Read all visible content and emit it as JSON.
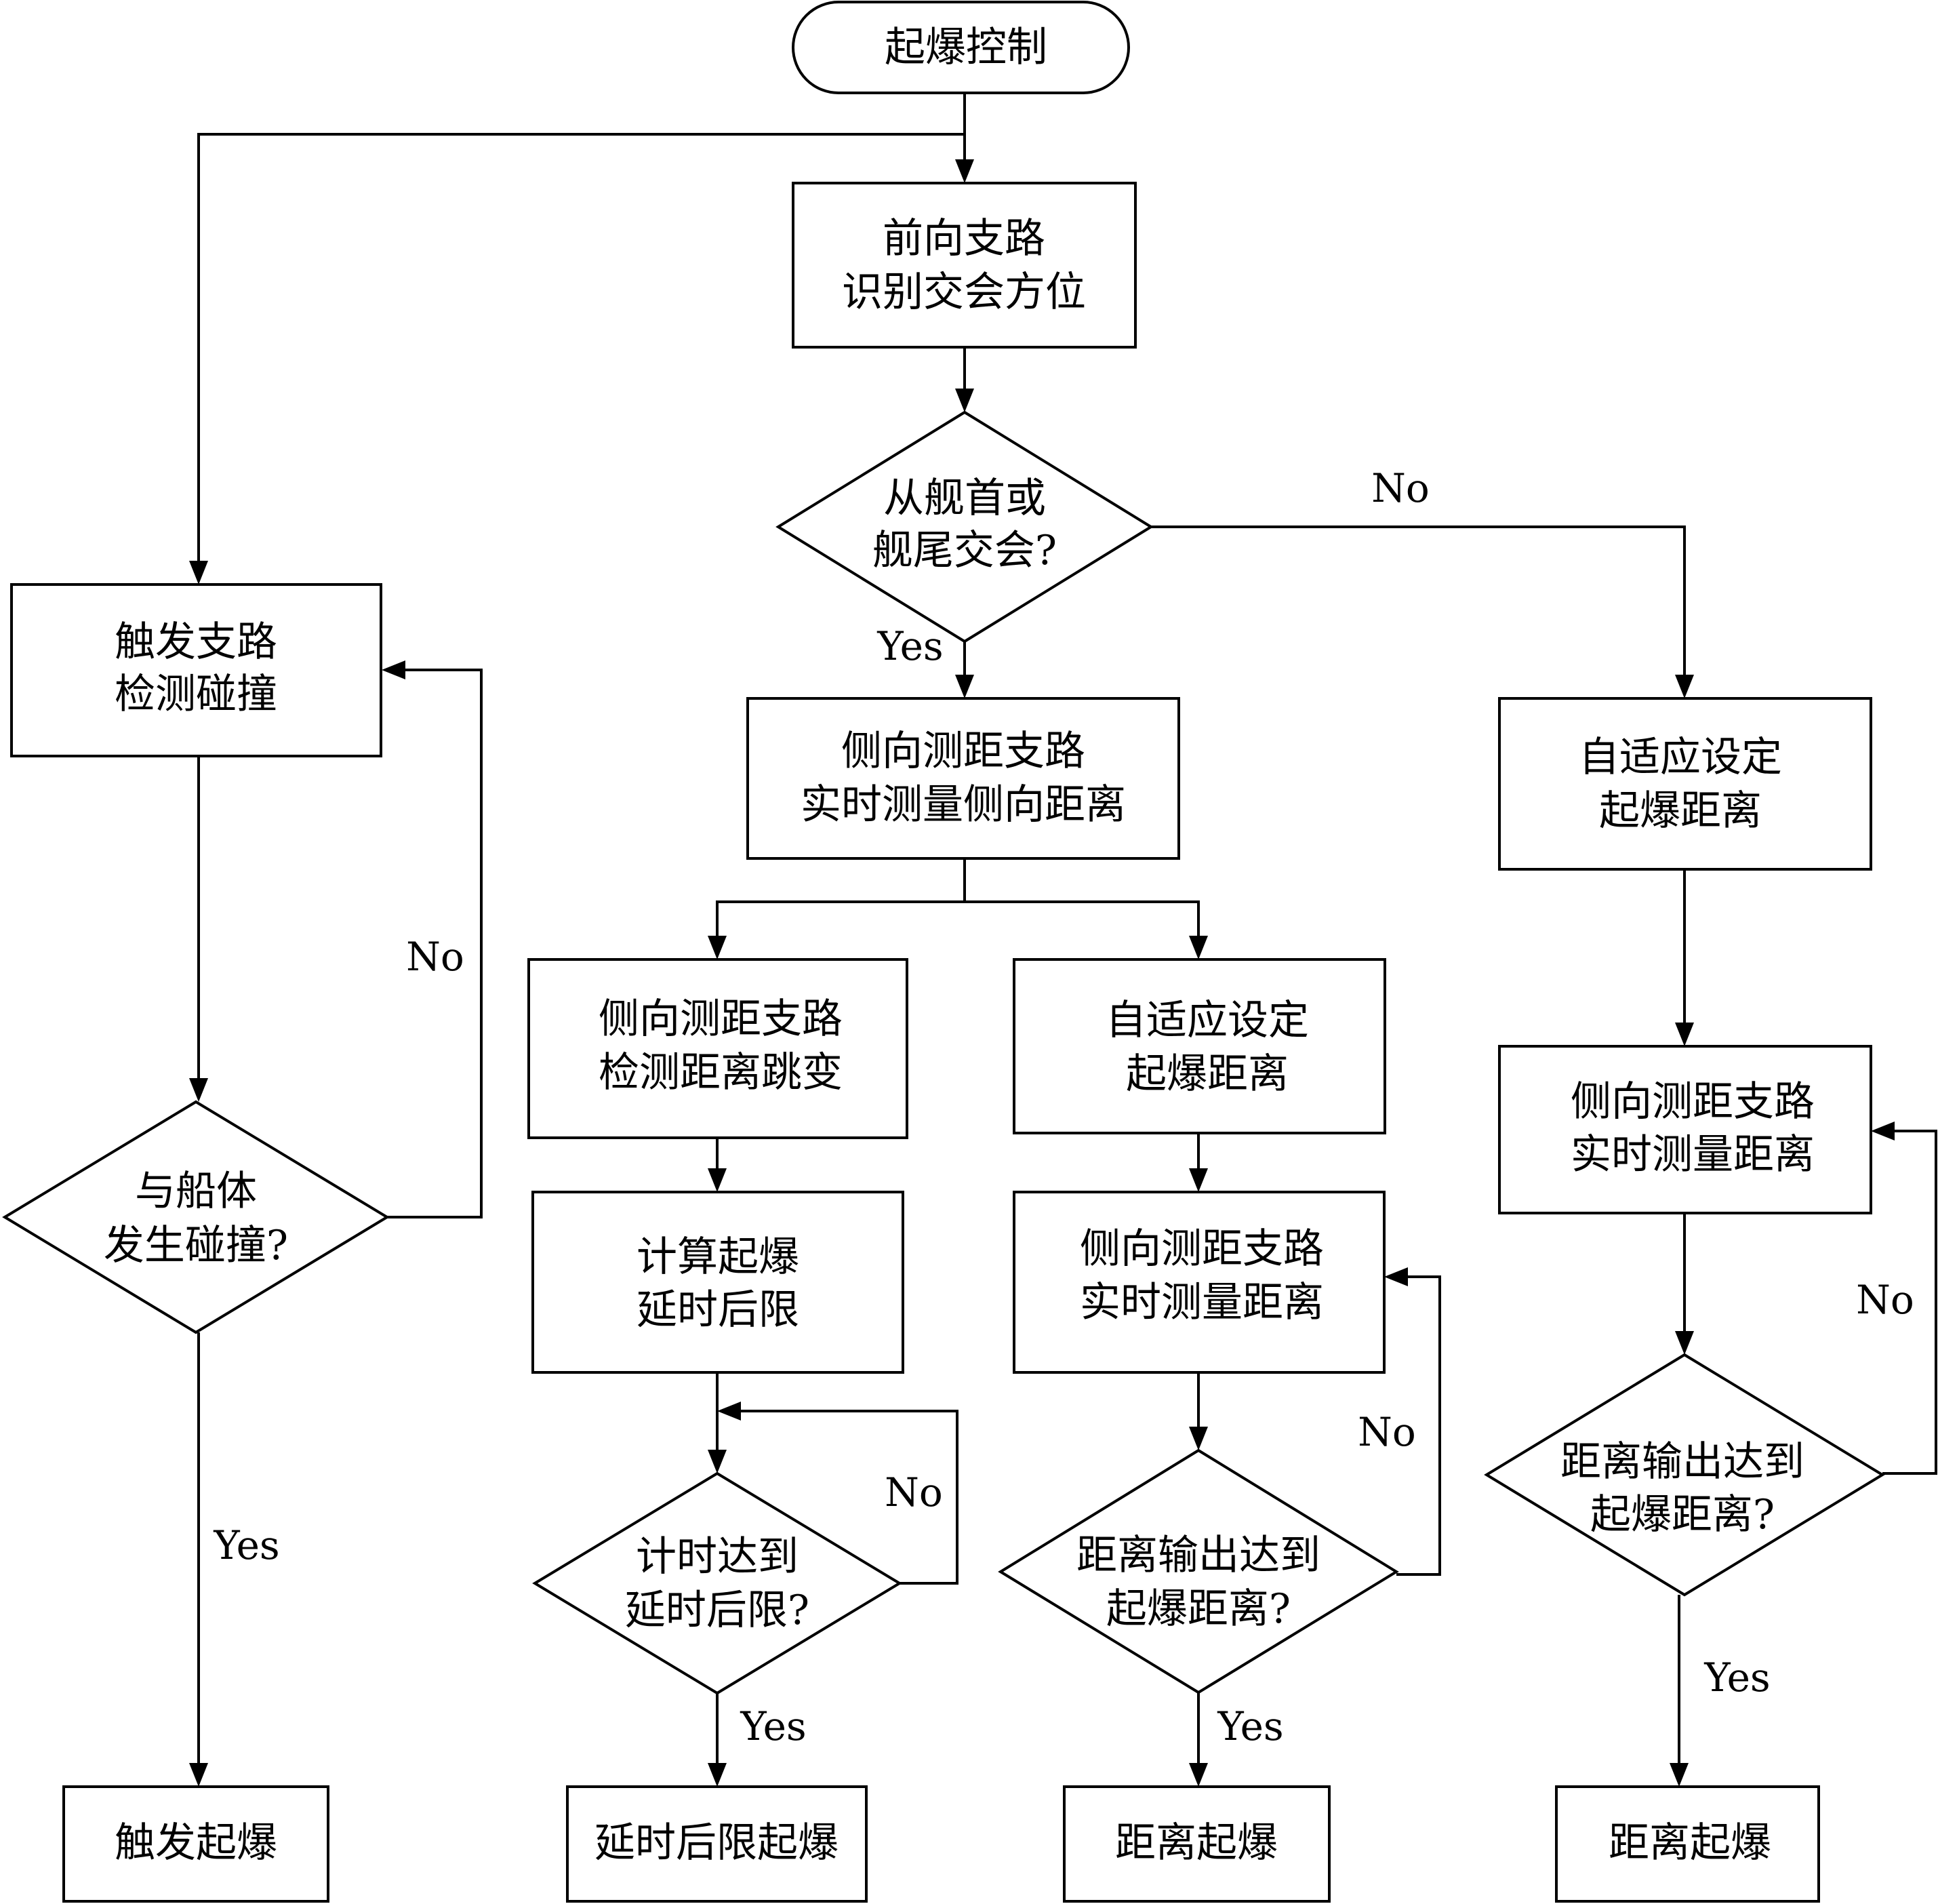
{
  "diagram": {
    "nodes": {
      "start": {
        "lines": [
          "起爆控制"
        ]
      },
      "forward": {
        "lines": [
          "前向支路",
          "识别交会方位"
        ]
      },
      "d_bow_stern": {
        "lines": [
          "从舰首或",
          "舰尾交会?"
        ]
      },
      "trigger_detect": {
        "lines": [
          "触发支路",
          "检测碰撞"
        ]
      },
      "d_collision": {
        "lines": [
          "与船体",
          "发生碰撞?"
        ]
      },
      "trigger_fire": {
        "lines": [
          "触发起爆"
        ]
      },
      "lateral_measure": {
        "lines": [
          "侧向测距支路",
          "实时测量侧向距离"
        ]
      },
      "lateral_jump": {
        "lines": [
          "侧向测距支路",
          "检测距离跳变"
        ]
      },
      "calc_delay": {
        "lines": [
          "计算起爆",
          "延时后限"
        ]
      },
      "d_timer": {
        "lines": [
          "计时达到",
          "延时后限?"
        ]
      },
      "delay_fire": {
        "lines": [
          "延时后限起爆"
        ]
      },
      "adapt_mid": {
        "lines": [
          "自适应设定",
          "起爆距离"
        ]
      },
      "measure_mid": {
        "lines": [
          "侧向测距支路",
          "实时测量距离"
        ]
      },
      "d_dist_mid": {
        "lines": [
          "距离输出达到",
          "起爆距离?"
        ]
      },
      "dist_fire_mid": {
        "lines": [
          "距离起爆"
        ]
      },
      "adapt_right": {
        "lines": [
          "自适应设定",
          "起爆距离"
        ]
      },
      "measure_right": {
        "lines": [
          "侧向测距支路",
          "实时测量距离"
        ]
      },
      "d_dist_right": {
        "lines": [
          "距离输出达到",
          "起爆距离?"
        ]
      },
      "dist_fire_right": {
        "lines": [
          "距离起爆"
        ]
      }
    },
    "edge_labels": {
      "bow_no": "No",
      "bow_yes": "Yes",
      "collision_no": "No",
      "collision_yes": "Yes",
      "timer_no": "No",
      "timer_yes": "Yes",
      "dist_mid_no": "No",
      "dist_mid_yes": "Yes",
      "dist_right_no": "No",
      "dist_right_yes": "Yes"
    }
  }
}
